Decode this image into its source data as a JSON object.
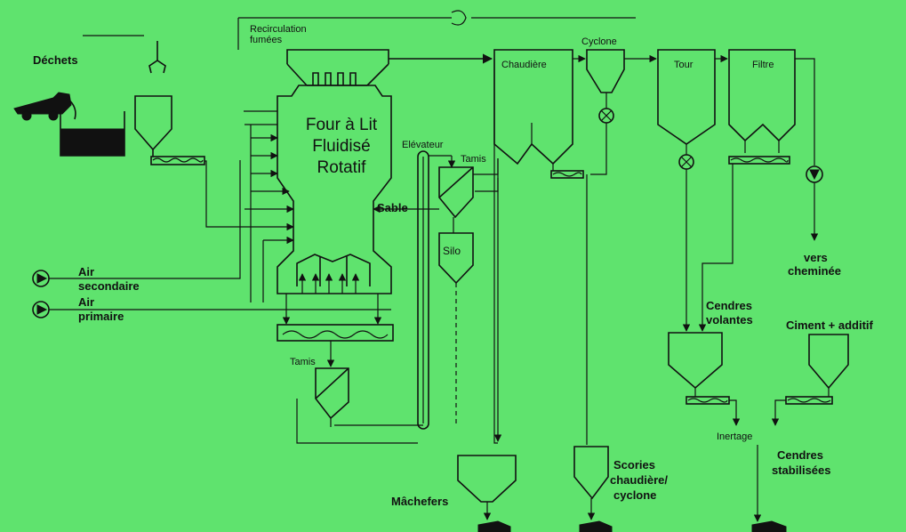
{
  "labels": {
    "recirc1": "Recirculation",
    "recirc2": "fumées",
    "dechets": "Déchets",
    "four1": "Four à Lit",
    "four2": "Fluidisé",
    "four3": "Rotatif",
    "elevateur": "Elévateur",
    "tamis_top": "Tamis",
    "sable": "Sable",
    "silo": "Silo",
    "chaudiere": "Chaudière",
    "cyclone": "Cyclone",
    "tour": "Tour",
    "filtre": "Filtre",
    "vers": "vers",
    "cheminee": "cheminée",
    "air_sec1": "Air",
    "air_sec2": "secondaire",
    "air_pri1": "Air",
    "air_pri2": "primaire",
    "cendres_vol1": "Cendres",
    "cendres_vol2": "volantes",
    "ciment": "Ciment + additif",
    "tamis_bottom": "Tamis",
    "inertage": "Inertage",
    "cendres_stab1": "Cendres",
    "cendres_stab2": "stabilisées",
    "scories1": "Scories",
    "scories2": "chaudière/",
    "scories3": "cyclone",
    "machefers": "Mâchefers"
  },
  "colors": {
    "background": "#5fe36e",
    "ink": "#111111"
  }
}
